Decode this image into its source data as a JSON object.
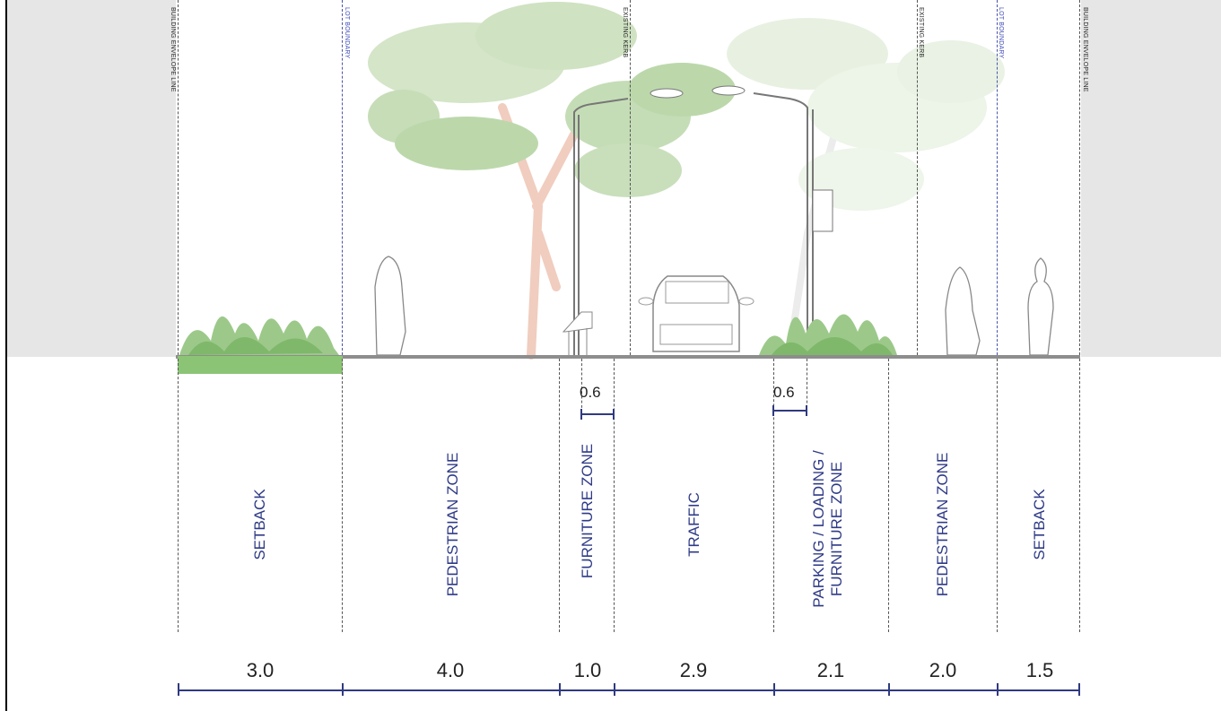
{
  "reference_lines": [
    {
      "text": "BUILDING ENVELOPE LINE",
      "color": "dark"
    },
    {
      "text": "LOT BOUNDARY",
      "color": "blue"
    },
    {
      "text": "EXISTING KERB",
      "color": "dark"
    },
    {
      "text": "EXISTING KERB",
      "color": "dark"
    },
    {
      "text": "LOT BOUNDARY",
      "color": "blue"
    },
    {
      "text": "BUILDING ENVELOPE LINE",
      "color": "dark"
    }
  ],
  "zones": [
    {
      "name": "SETBACK",
      "width": "3.0"
    },
    {
      "name": "PEDESTRIAN ZONE",
      "width": "4.0"
    },
    {
      "name": "FURNITURE ZONE",
      "width": "1.0"
    },
    {
      "name": "TRAFFIC",
      "width": "2.9"
    },
    {
      "name": "PARKING / LOADING / FURNITURE ZONE",
      "width": "2.1"
    },
    {
      "name": "PEDESTRIAN ZONE",
      "width": "2.0"
    },
    {
      "name": "SETBACK",
      "width": "1.5"
    }
  ],
  "small_dims": [
    {
      "value": "0.6"
    },
    {
      "value": "0.6"
    }
  ],
  "colors": {
    "building": "#e6e6e6",
    "foliage": "#b9d7a6",
    "grass": "#8cc476",
    "label_blue": "#2e3a86"
  }
}
